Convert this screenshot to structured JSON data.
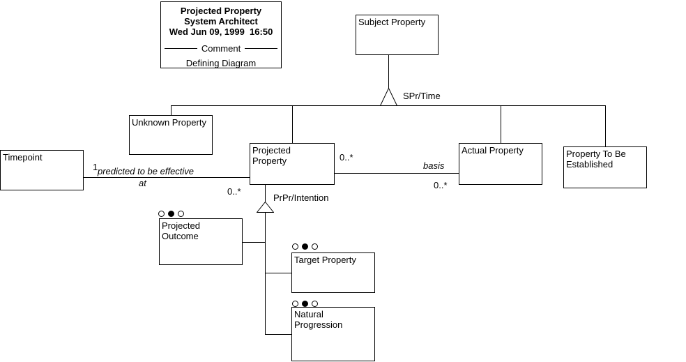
{
  "title_block": {
    "title": "Projected Property",
    "tool": "System Architect",
    "timestamp": "Wed Jun 09, 1999  16:50",
    "divider_label": "Comment",
    "subtitle": "Defining Diagram"
  },
  "nodes": {
    "subject_property": "Subject Property",
    "unknown_property": "Unknown Property",
    "projected_property": "Projected Property",
    "actual_property": "Actual Property",
    "property_to_be_established": "Property To Be Established",
    "timepoint": "Timepoint",
    "projected_outcome": "Projected Outcome",
    "target_property": "Target Property",
    "natural_progression": "Natural Progression"
  },
  "edges": {
    "spr_time": "SPr/Time",
    "prpr_intention": "PrPr/Intention",
    "timepoint_association": {
      "multiplicity_timepoint": "1",
      "name_line1": "predicted to be effective",
      "name_line2": "at",
      "multiplicity_projected": "0..*"
    },
    "basis_association": {
      "multiplicity_projected": "0..*",
      "name": "basis",
      "multiplicity_actual": "0..*"
    }
  }
}
